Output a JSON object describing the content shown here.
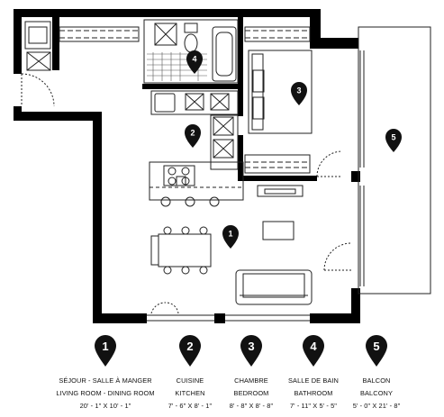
{
  "rooms": [
    {
      "id": "1",
      "name_fr": "SÉJOUR - SALLE À MANGER",
      "name_en": "LIVING ROOM - DINING ROOM",
      "dims": "20' - 1\" X 10' - 1\""
    },
    {
      "id": "2",
      "name_fr": "CUISINE",
      "name_en": "KITCHEN",
      "dims": "7' - 6\" X 8' - 1\""
    },
    {
      "id": "3",
      "name_fr": "CHAMBRE",
      "name_en": "BEDROOM",
      "dims": "8' - 8\" X 8' - 8\""
    },
    {
      "id": "4",
      "name_fr": "SALLE DE BAIN",
      "name_en": "BATHROOM",
      "dims": "7' - 11\" X 5' - 5\""
    },
    {
      "id": "5",
      "name_fr": "BALCON",
      "name_en": "BALCONY",
      "dims": "5' - 0\" X 21' - 8\""
    }
  ],
  "colors": {
    "wall": "#000000",
    "line": "#222222",
    "pin": "#111111",
    "pin_text": "#ffffff"
  }
}
